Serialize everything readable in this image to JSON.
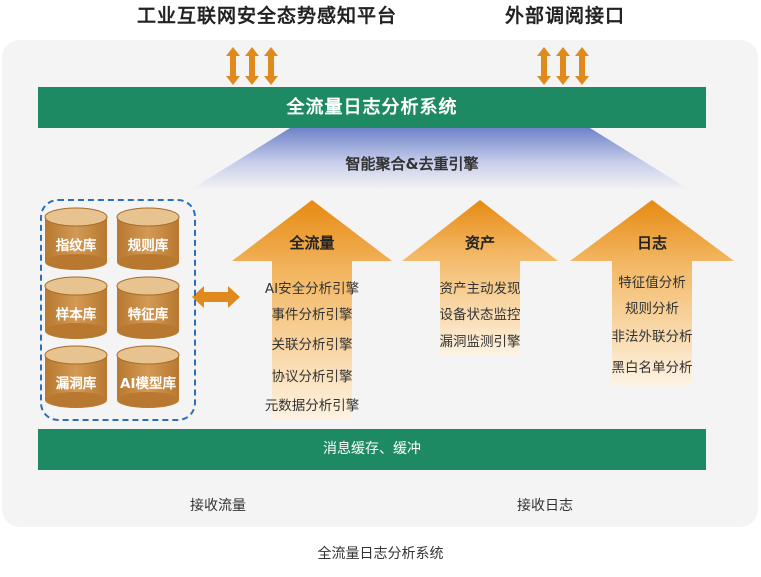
{
  "top_titles": {
    "left": "工业互联网安全态势感知平台",
    "right": "外部调阅接口"
  },
  "system_bar": "全流量日志分析系统",
  "engine_label": "智能聚合&去重引擎",
  "arrows": [
    {
      "title": "全流量",
      "items": [
        "AI安全分析引擎",
        "事件分析引擎",
        "关联分析引擎",
        "协议分析引擎",
        "元数据分析引擎"
      ]
    },
    {
      "title": "资产",
      "items": [
        "资产主动发现",
        "设备状态监控",
        "漏洞监测引擎"
      ]
    },
    {
      "title": "日志",
      "items": [
        "特征值分析",
        "规则分析",
        "非法外联分析",
        "黑白名单分析"
      ]
    }
  ],
  "databases": [
    "指纹库",
    "规则库",
    "样本库",
    "特征库",
    "漏洞库",
    "AI模型库"
  ],
  "message_bar": "消息缓存、缓冲",
  "bottom_labels": {
    "left": "接收流量",
    "right": "接收日志"
  },
  "caption": "全流量日志分析系统",
  "colors": {
    "green": "#1d8a63",
    "orange": "#e08a1e",
    "brown": "#c98a40",
    "dashed_border": "#2e6db8",
    "panel": "#f4f4f4"
  }
}
